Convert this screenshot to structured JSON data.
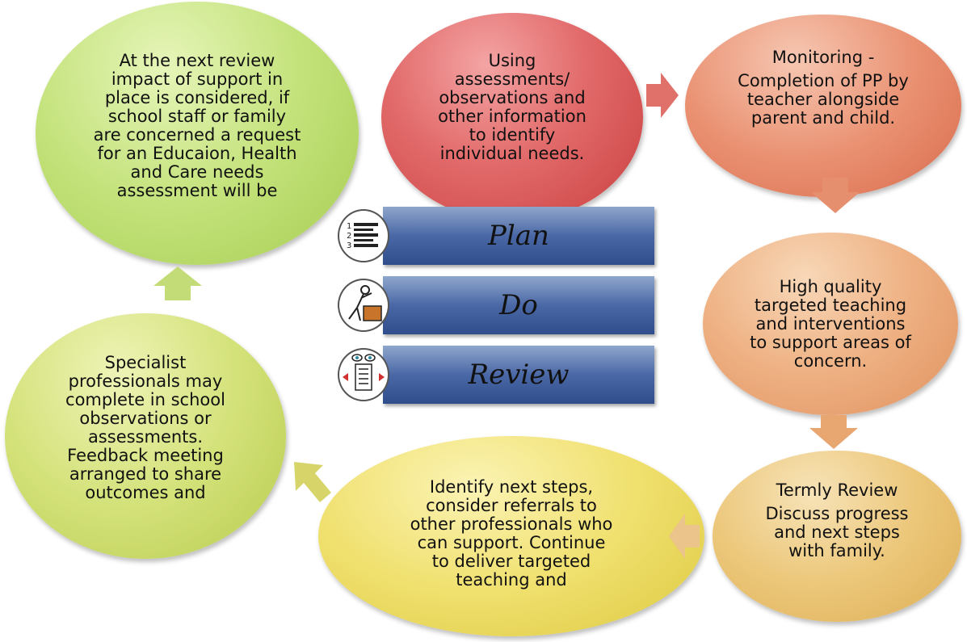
{
  "cycle": {
    "identify": "Using\nassessments/\nobservations and\nother information\nto identify\nindividual needs.",
    "monitoring_title": "Monitoring -",
    "monitoring_body": "Completion of PP by\nteacher alongside\nparent and child.",
    "teaching": "High quality\ntargeted teaching\nand interventions\nto support areas of\nconcern.",
    "termly_title": "Termly Review",
    "termly_body": "Discuss progress\nand next steps\nwith family.",
    "next_steps": "Identify next steps,\nconsider referrals to\nother professionals who\ncan support. Continue\nto deliver targeted\nteaching and",
    "specialist": "Specialist\nprofessionals may\ncomplete in school\nobservations or\nassessments.\nFeedback meeting\narranged to share\noutcomes and",
    "review": "At the next review\nimpact of support in\nplace is considered, if\nschool staff or family\nare concerned a request\nfor an Educaion, Health\nand Care needs\nassessment will be"
  },
  "pdr": {
    "plan": "Plan",
    "do": "Do",
    "review": "Review"
  },
  "colors": {
    "bar_top": "#8fa6cc",
    "bar_bottom": "#2f4d8a",
    "identify": "#e26a6a",
    "monitoring": "#ea9273",
    "teaching": "#eeb082",
    "termly": "#ecc77a",
    "next_steps": "#f0e06e",
    "specialist": "#d4e27a",
    "review": "#c3e27a"
  }
}
